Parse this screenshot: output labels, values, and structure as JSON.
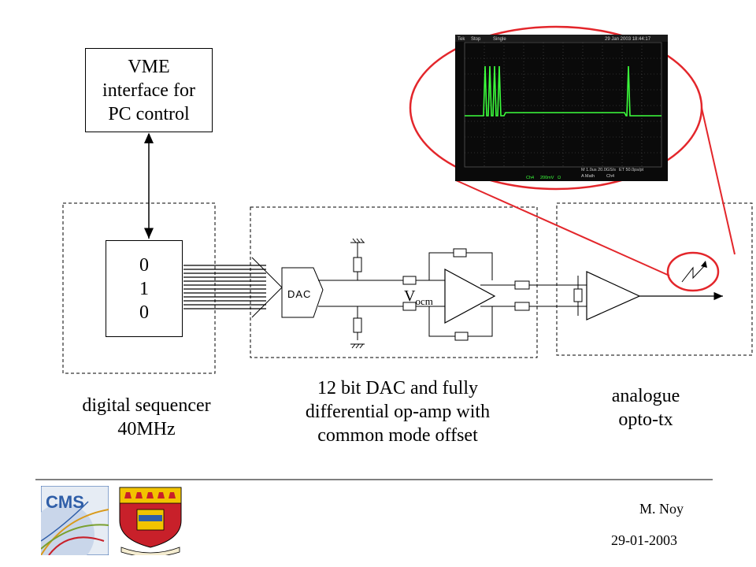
{
  "vme_box": {
    "line1": "VME",
    "line2": "interface for",
    "line3": "PC control"
  },
  "sequencer_box": {
    "bit1": "0",
    "bit2": "1",
    "bit3": "0"
  },
  "dac_block": {
    "dac_label": "DAC",
    "vocm_main": "V",
    "vocm_sub": "ocm"
  },
  "captions": {
    "sequencer": {
      "line1": "digital sequencer",
      "line2": "40MHz"
    },
    "dac": {
      "line1": "12 bit DAC and fully",
      "line2": "differential op-amp with",
      "line3": "common mode offset"
    },
    "optotx": {
      "line1": "analogue",
      "line2": "opto-tx"
    }
  },
  "oscilloscope": {
    "header_left": "Tek",
    "header_mid": "Stop",
    "header_right": "Single",
    "header_time": "29 Jan 2003 18:44:17",
    "readout1": "M 1.0us 20.0GS/s",
    "readout2": "ET 50.0ps/pt",
    "readout3": "A  Math",
    "readout4": "Ch4",
    "ch_label": "Ch4",
    "ch_scale": "200mV",
    "ch_scale2": "Ω"
  },
  "logos": {
    "cms_text": "CMS"
  },
  "footer": {
    "author": "M. Noy",
    "date": "29-01-2003"
  },
  "colors": {
    "trace": "#3cff3c",
    "ellipse": "#e3262b",
    "logo_blue": "#2f5ea8",
    "shield_red": "#c8202a",
    "shield_gold": "#f2c400"
  }
}
